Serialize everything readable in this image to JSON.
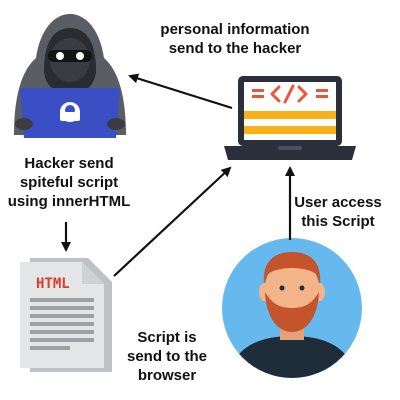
{
  "labels": {
    "personal_info": [
      "personal information",
      "send to the hacker"
    ],
    "hacker_send": [
      "Hacker send",
      "spiteful script",
      "using innerHTML"
    ],
    "user_access": [
      "User access",
      "this Script"
    ],
    "script_sent": [
      "Script is",
      "send to the",
      "browser"
    ]
  },
  "document_icon_text": "HTML",
  "nodes": [
    {
      "name": "hacker",
      "icon": "hacker-icon"
    },
    {
      "name": "laptop",
      "icon": "code-laptop-icon"
    },
    {
      "name": "html-document",
      "icon": "html-file-icon"
    },
    {
      "name": "user",
      "icon": "user-avatar-icon"
    }
  ],
  "edges": [
    {
      "from": "hacker",
      "to": "html-document",
      "label_key": "hacker_send"
    },
    {
      "from": "html-document",
      "to": "laptop",
      "label_key": "script_sent"
    },
    {
      "from": "user",
      "to": "laptop",
      "label_key": "user_access"
    },
    {
      "from": "laptop",
      "to": "hacker",
      "label_key": "personal_info"
    }
  ],
  "colors": {
    "laptop_body": "#2b2f3b",
    "code_accent": "#e8573b",
    "bar_yellow": "#f7b218",
    "hoodie": "#5a5d63",
    "hacker_laptop": "#3b4fc4",
    "avatar_bg": "#66b9ef",
    "beard": "#c4542c",
    "skin": "#f2b488",
    "shirt": "#1f2d3a",
    "document_text": "#e03b28"
  }
}
